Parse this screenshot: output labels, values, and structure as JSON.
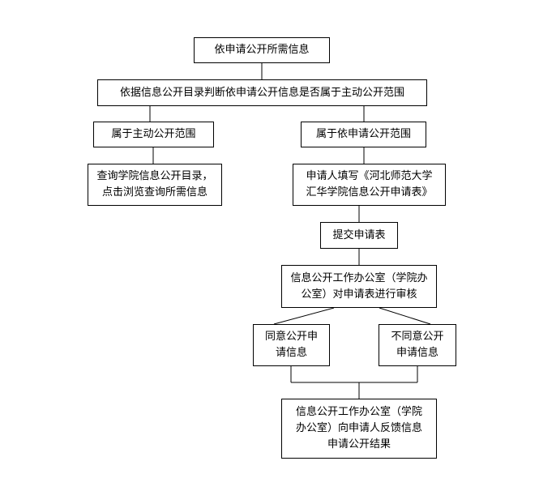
{
  "flowchart": {
    "nodes": {
      "start": "依申请公开所需信息",
      "judge": "依据信息公开目录判断依申请公开信息是否属于主动公开范围",
      "active_scope": "属于主动公开范围",
      "apply_scope": "属于依申请公开范围",
      "query_catalog": "查询学院信息公开目录，\n点击浏览查询所需信息",
      "fill_form": "申请人填写《河北师范大学\n汇华学院信息公开申请表》",
      "submit_form": "提交申请表",
      "office_review": "信息公开工作办公室（学院办\n公室）对申请表进行审核",
      "agree": "同意公开申\n请信息",
      "disagree": "不同意公开\n申请信息",
      "feedback": "信息公开工作办公室（学院\n办公室）向申请人反馈信息\n申请公开结果"
    }
  }
}
